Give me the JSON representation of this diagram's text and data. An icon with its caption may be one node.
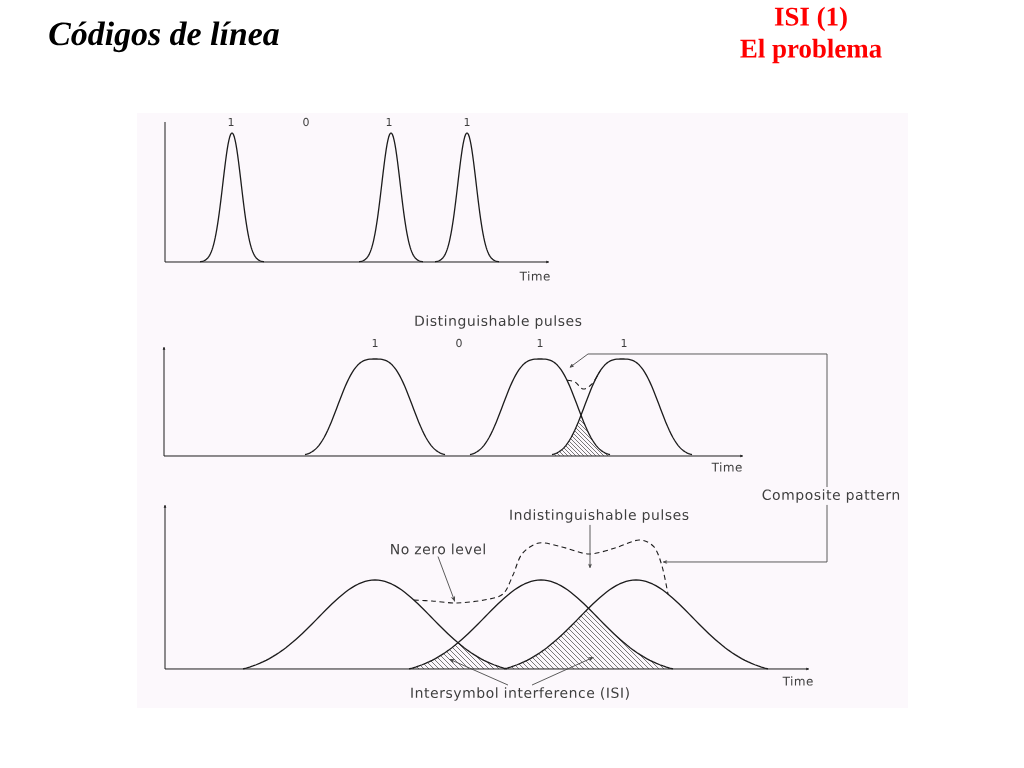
{
  "diagram": {
    "title": "Códigos de línea",
    "nodes": [
      {
        "text": [],
        "shape": "curve"
      },
      {
        "text": [
          "Composite pattern"
        ]
      },
      {
        "text": [
          "Indistinguishable pulses"
        ]
      },
      {
        "text": [
          "No zero level"
        ]
      },
      {
        "text": [],
        "shape": "curve"
      },
      {
        "text": [],
        "shape": "area"
      },
      {
        "text": [],
        "shape": "area"
      },
      {
        "text": [
          "Intersymbol interference (ISI)"
        ]
      }
    ],
    "edges": [
      {
        "from": 1,
        "to": 0,
        "arrow": "to"
      },
      {
        "from": 1,
        "to": 4,
        "arrow": "to"
      },
      {
        "from": 2,
        "to": 4,
        "arrow": "to"
      },
      {
        "from": 3,
        "to": 4,
        "arrow": "to"
      },
      {
        "from": 7,
        "to": 5,
        "arrow": "to"
      },
      {
        "from": 7,
        "to": 6,
        "arrow": "to"
      }
    ],
    "labels": [
      "ISI (1)",
      "El problema",
      "1",
      "0",
      "1",
      "1",
      "Time",
      "Distinguishable pulses",
      "1",
      "0",
      "1",
      "1",
      "Time",
      "Time"
    ]
  }
}
